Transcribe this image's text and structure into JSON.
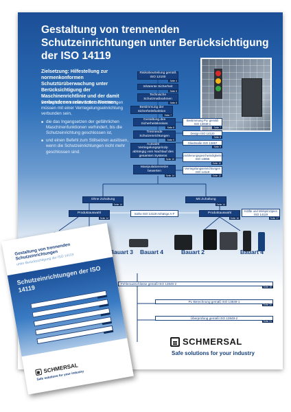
{
  "poster": {
    "title": "Gestaltung von trennenden Schutzeinrichtungen unter Berücksichtigung der ISO 14119",
    "intro_head": "Zielsetzung: Hilfestellung zur normenkonformen Schutztürüberwachung unter Berücksichtigung der Maschinenrichtlinie und der damit verbundenen relevanten Normen.",
    "intro_para": "Beweglich, trennende Schutzeinrichtungen müssen mit einer Verriegelungseinrichtung verbunden sein,",
    "bullets": [
      "die das Ingangsetzen der gefährlichen Maschinenfunktionen verhindert, bis die Schutzeinrichtung geschlossen ist,",
      "und einen Befehl zum Stillsetzen auslösen, wenn die Schutzeinrichtungen nicht mehr geschlossen sind."
    ],
    "flow": [
      {
        "label": "Risikobeurteilung gemäß ISO 12100",
        "page": "Seite 4"
      },
      {
        "label": "Inhärente Sicherheit",
        "page": "Seite 5"
      },
      {
        "label": "Technische Schutzmaßnahmen",
        "page": "Seite 6"
      },
      {
        "label": "Bestimmung der Sicherheitsfunktion",
        "page": "Seite 7"
      },
      {
        "label": "Gestaltung des Sicherheitskreises",
        "page": "Seite 8"
      },
      {
        "label": "Trennende Schutzeinrichtungen",
        "page": "Seite 9"
      },
      {
        "label": "Auswahl Verriegelungsprinzip abhängig vom Nachlauf des gesamten Systems",
        "page": "Seite 10"
      },
      {
        "label": "Manipulationsreize bewerten",
        "page": "Seite 14"
      }
    ],
    "side_boxes": [
      {
        "label": "Bestimmung PLr gemäß ISO 13849-1",
        "page": "Seite 7"
      },
      {
        "label": "Design ISO 14120",
        "page": "Seite 8"
      },
      {
        "label": "Gliedmaße ISO 13857",
        "page": "Seite 9"
      },
      {
        "label": "Annäherungsgeschwindigkeiten ISO 13855",
        "page": "Seite 10"
      },
      {
        "label": "Verriegelungseinrichtungen ISO 14119",
        "page": "Seite 12"
      }
    ],
    "branch_left": {
      "label": "Ohne Zuhaltung",
      "page": "Seite 14"
    },
    "branch_right": {
      "label": "Mit Zuhaltung",
      "page": "Seite 14"
    },
    "product_left": {
      "label": "Produktauswahl",
      "page": "Seite 14"
    },
    "product_right": {
      "label": "Produktauswahl",
      "page": "Seite 16"
    },
    "mid_box": {
      "label": "Siehe ISO 14119 Anhänge A-F"
    },
    "right_box": {
      "label": "Kräfte und Wirkprinzipien ISO 14119",
      "page": "Seite 17"
    },
    "bauart": [
      "Bauart 3",
      "Bauart 4",
      "Bauart 2",
      "Bauart 4"
    ],
    "bottom_rows": [
      {
        "label": "Fehlerausschlüsse gemäß ISO 13849-2",
        "page": "Seite 19"
      },
      {
        "label": "PL-Berechnung gemäß ISO 13849-1",
        "page": "Seite 20"
      },
      {
        "label": "Überprüfung gemäß ISO 13849-2",
        "page": "Seite 21"
      }
    ],
    "logo": "SCHMERSAL",
    "slogan": "Safe solutions for your industry"
  },
  "brochure": {
    "title": "Gestaltung von trennenden Schutzeinrichtungen",
    "subtitle": "unter Berücksichtigung der ISO 14119",
    "band_text": "Schutzeinrichtungen der ISO 14119",
    "logo": "SCHMERSAL",
    "slogan": "Safe solutions for your industry"
  },
  "colors": {
    "brand_blue": "#173f7d",
    "sky": "#2d6fb8",
    "white": "#ffffff"
  }
}
